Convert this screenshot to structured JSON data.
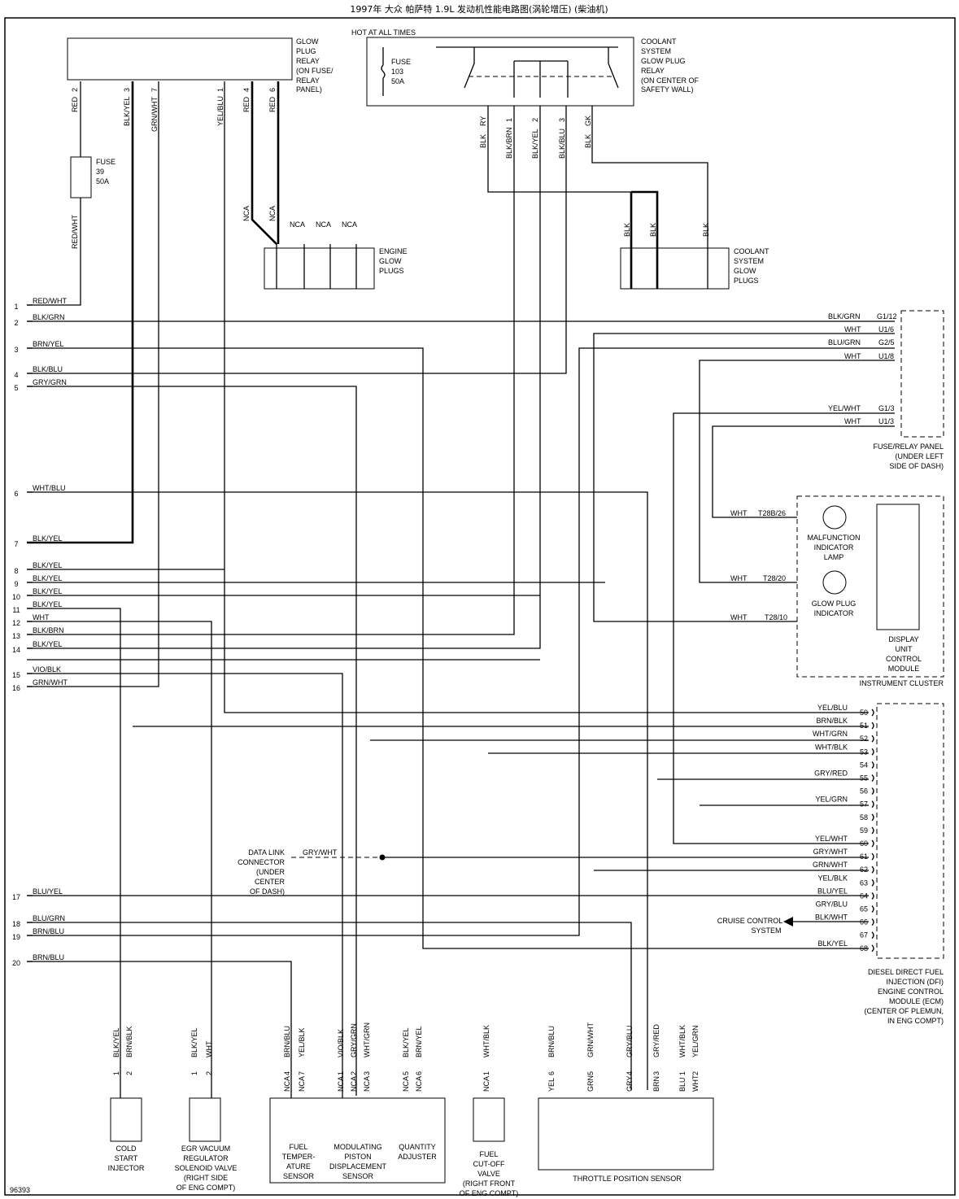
{
  "title": "1997年 大众 帕萨特 1.9L 发动机性能电路图(涡轮增压) (柴油机)",
  "figure_id": "96393",
  "labels": {
    "hot_at_all_times": "HOT AT ALL TIMES"
  },
  "components": {
    "glow_plug_relay": [
      "GLOW",
      "PLUG",
      "RELAY",
      "(ON FUSE/",
      "RELAY",
      "PANEL)"
    ],
    "coolant_relay": [
      "COOLANT",
      "SYSTEM",
      "GLOW PLUG",
      "RELAY",
      "(ON CENTER OF",
      "SAFETY WALL)"
    ],
    "fuse_103": [
      "FUSE",
      "103",
      "50A"
    ],
    "fuse_39": [
      "FUSE",
      "39",
      "50A"
    ],
    "engine_glow_plugs": [
      "ENGINE",
      "GLOW",
      "PLUGS"
    ],
    "coolant_glow_plugs": [
      "COOLANT",
      "SYSTEM",
      "GLOW",
      "PLUGS"
    ],
    "fuse_relay_panel": [
      "FUSE/RELAY PANEL",
      "(UNDER LEFT",
      "SIDE OF DASH)"
    ],
    "malfunction_lamp": [
      "MALFUNCTION",
      "INDICATOR",
      "LAMP"
    ],
    "glow_plug_indicator": [
      "GLOW PLUG",
      "INDICATOR"
    ],
    "display_unit": [
      "DISPLAY",
      "UNIT",
      "CONTROL",
      "MODULE"
    ],
    "instrument_cluster": "INSTRUMENT CLUSTER",
    "ecm": [
      "DIESEL DIRECT FUEL",
      "INJECTION (DFI)",
      "ENGINE CONTROL",
      "MODULE (ECM)",
      "(CENTER OF PLEMUN,",
      "IN ENG COMPT)"
    ],
    "data_link": [
      "DATA LINK",
      "CONNECTOR",
      "(UNDER",
      "CENTER",
      "OF DASH)"
    ],
    "cruise_control": [
      "CRUISE CONTROL",
      "SYSTEM"
    ],
    "cold_start_injector": [
      "COLD",
      "START",
      "INJECTOR"
    ],
    "egr_valve": [
      "EGR VACUUM",
      "REGULATOR",
      "SOLENOID VALVE",
      "(RIGHT SIDE",
      "OF ENG COMPT)"
    ],
    "fuel_temp_sensor": [
      "FUEL",
      "TEMPER-",
      "ATURE",
      "SENSOR"
    ],
    "mod_piston_sensor": [
      "MODULATING",
      "PISTON",
      "DISPLACEMENT",
      "SENSOR"
    ],
    "quantity_adjuster": [
      "QUANTITY",
      "ADJUSTER"
    ],
    "fuel_cutoff_valve": [
      "FUEL",
      "CUT-OFF",
      "VALVE",
      "(RIGHT FRONT",
      "OF ENG COMPT)"
    ],
    "throttle_position_sensor": "THROTTLE POSITION SENSOR"
  },
  "glow_relay_pins": [
    {
      "label": "RED",
      "pin": "2"
    },
    {
      "label": "BLK/YEL",
      "pin": "3"
    },
    {
      "label": "GRN/WHT",
      "pin": "7"
    },
    {
      "label": "YEL/BLU",
      "pin": "1"
    },
    {
      "label": "RED",
      "pin": "4"
    },
    {
      "label": "RED",
      "pin": "6"
    }
  ],
  "coolant_relay_pins": [
    {
      "label": "BLK",
      "pin": "RY"
    },
    {
      "label": "BLK/BRN",
      "pin": "1"
    },
    {
      "label": "BLK/YEL",
      "pin": "2"
    },
    {
      "label": "BLK/BLU",
      "pin": "3"
    },
    {
      "label": "BLK",
      "pin": "GK"
    }
  ],
  "misc_wires": {
    "red_wht": "RED/WHT",
    "nca": "NCA",
    "blk": "BLK"
  },
  "left_wires": [
    {
      "num": "1",
      "label": "RED/WHT"
    },
    {
      "num": "2",
      "label": "BLK/GRN"
    },
    {
      "num": "3",
      "label": "BRN/YEL"
    },
    {
      "num": "4",
      "label": "BLK/BLU"
    },
    {
      "num": "5",
      "label": "GRY/GRN"
    },
    {
      "num": "6",
      "label": "WHT/BLU"
    },
    {
      "num": "7",
      "label": "BLK/YEL"
    },
    {
      "num": "8",
      "label": "BLK/YEL"
    },
    {
      "num": "9",
      "label": "BLK/YEL"
    },
    {
      "num": "10",
      "label": "BLK/YEL"
    },
    {
      "num": "11",
      "label": "BLK/YEL"
    },
    {
      "num": "12",
      "label": "WHT"
    },
    {
      "num": "13",
      "label": "BLK/BRN"
    },
    {
      "num": "14",
      "label": "BLK/YEL"
    },
    {
      "num": "15",
      "label": "VIO/BLK"
    },
    {
      "num": "16",
      "label": "GRN/WHT"
    },
    {
      "num": "17",
      "label": "BLU/YEL"
    },
    {
      "num": "18",
      "label": "BLU/GRN"
    },
    {
      "num": "19",
      "label": "BRN/BLU"
    },
    {
      "num": "20",
      "label": "BRN/BLU"
    }
  ],
  "fuse_panel_wires": [
    {
      "label": "BLK/GRN",
      "pin": "G1/12"
    },
    {
      "label": "WHT",
      "pin": "U1/6"
    },
    {
      "label": "BLU/GRN",
      "pin": "G2/5"
    },
    {
      "label": "WHT",
      "pin": "U1/8"
    },
    {
      "label": "YEL/WHT",
      "pin": "G1/3"
    },
    {
      "label": "WHT",
      "pin": "U1/3"
    }
  ],
  "cluster_wires": [
    {
      "label": "WHT",
      "pin": "T28B/26"
    },
    {
      "label": "WHT",
      "pin": "T28/20"
    },
    {
      "label": "WHT",
      "pin": "T28/10"
    }
  ],
  "ecm_pins": [
    {
      "label": "YEL/BLU",
      "pin": "50"
    },
    {
      "label": "BRN/BLK",
      "pin": "51"
    },
    {
      "label": "WHT/GRN",
      "pin": "52"
    },
    {
      "label": "WHT/BLK",
      "pin": "53"
    },
    {
      "label": "",
      "pin": "54"
    },
    {
      "label": "GRY/RED",
      "pin": "55"
    },
    {
      "label": "",
      "pin": "56"
    },
    {
      "label": "YEL/GRN",
      "pin": "57"
    },
    {
      "label": "",
      "pin": "58"
    },
    {
      "label": "",
      "pin": "59"
    },
    {
      "label": "YEL/WHT",
      "pin": "60"
    },
    {
      "label": "GRY/WHT",
      "pin": "61"
    },
    {
      "label": "GRN/WHT",
      "pin": "62"
    },
    {
      "label": "YEL/BLK",
      "pin": "63"
    },
    {
      "label": "BLU/YEL",
      "pin": "64"
    },
    {
      "label": "GRY/BLU",
      "pin": "65"
    },
    {
      "label": "BLK/WHT",
      "pin": "66"
    },
    {
      "label": "",
      "pin": "67"
    },
    {
      "label": "BLK/YEL",
      "pin": "68"
    }
  ],
  "data_link_wire": "GRY/WHT",
  "bottom_connectors": [
    {
      "label": "BLK/YEL",
      "pin": "1",
      "lower": ""
    },
    {
      "label": "BRN/BLK",
      "pin": "2",
      "lower": ""
    },
    {
      "label": "BLK/YEL",
      "pin": "1",
      "lower": ""
    },
    {
      "label": "WHT",
      "pin": "2",
      "lower": ""
    },
    {
      "label": "BRN/BLU",
      "pin": "4",
      "lower": "NCA"
    },
    {
      "label": "YEL/BLK",
      "pin": "7",
      "lower": "NCA"
    },
    {
      "label": "VIO/BLK",
      "pin": "1",
      "lower": "NCA"
    },
    {
      "label": "GRY/GRN",
      "pin": "2",
      "lower": "NCA"
    },
    {
      "label": "WHT/GRN",
      "pin": "3",
      "lower": "NCA"
    },
    {
      "label": "BLK/YEL",
      "pin": "5",
      "lower": "NCA"
    },
    {
      "label": "BRN/YEL",
      "pin": "6",
      "lower": "NCA"
    },
    {
      "label": "WHT/BLK",
      "pin": "1",
      "lower": "NCA"
    },
    {
      "label": "BRN/BLU",
      "pin": "6",
      "lower": "YEL"
    },
    {
      "label": "GRN/WHT",
      "pin": "5",
      "lower": "GRN"
    },
    {
      "label": "GRY/BLU",
      "pin": "4",
      "lower": "GRY"
    },
    {
      "label": "GRY/RED",
      "pin": "3",
      "lower": "BRN"
    },
    {
      "label": "WHT/BLK",
      "pin": "1",
      "lower": "BLU"
    },
    {
      "label": "YEL/GRN",
      "pin": "2",
      "lower": "WHT"
    }
  ]
}
